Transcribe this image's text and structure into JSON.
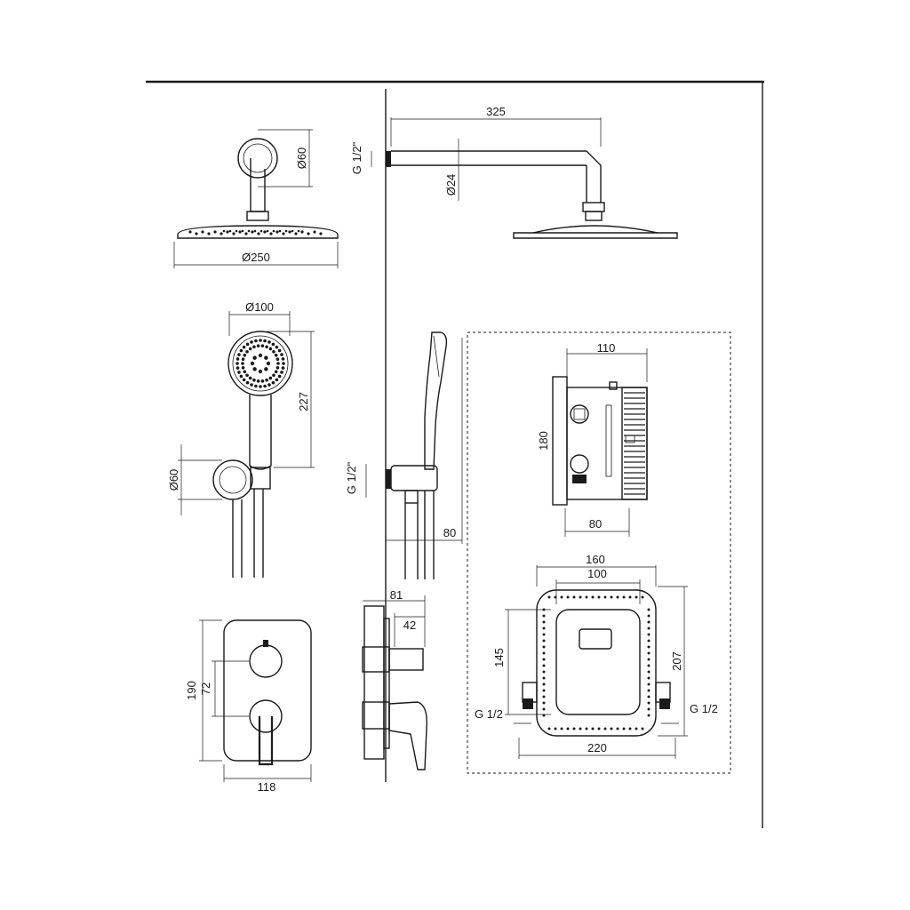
{
  "dimensions": {
    "head_arm_length": "325",
    "wall_flange_dia": "Ø60",
    "thread_top": "G 1/2\"",
    "arm_pipe_dia": "Ø24",
    "rain_head_dia": "Ø250",
    "hand_shower_dia": "Ø100",
    "hand_shower_length": "227",
    "holder_dia": "Ø60",
    "thread_mid": "G 1/2\"",
    "holder_projection": "80",
    "box_depth": "110",
    "box_height": "180",
    "box_inner_depth": "80",
    "plate_depth_total": "81",
    "plate_depth_handle": "42",
    "plate_height": "190",
    "plate_knob_spacing": "72",
    "plate_width": "118",
    "frame_outer_width": "160",
    "frame_inner_width": "100",
    "frame_inner_height": "145",
    "frame_outer_height": "207",
    "frame_thread_left": "G 1/2",
    "frame_thread_right": "G 1/2",
    "frame_total_width": "220"
  }
}
